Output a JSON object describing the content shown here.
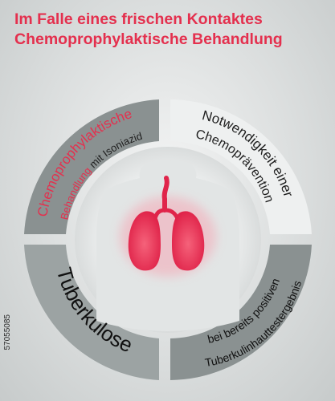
{
  "title": {
    "line1": "Im Falle eines frischen Kontaktes",
    "line2": "Chemoprophylaktische Behandlung"
  },
  "segments": {
    "top_left": {
      "line1": "Chemoprophylaktische",
      "line2_red": "Behandlung",
      "line2_dark": " mit Isoniazid"
    },
    "top_right": {
      "line1": "Notwendigkeit einer",
      "line2": "Chemoprävention"
    },
    "bottom_left": {
      "text": "Tuberkulose"
    },
    "bottom_right": {
      "line1": "bei bereits positiven",
      "line2": "Tuberkulinhauttestergebnis"
    }
  },
  "center_icon": "lungs-icon",
  "colors": {
    "accent_red": "#e4304e",
    "segment_dark": "#8a9191",
    "segment_mid": "#9ca3a3",
    "segment_light": "#eef0f0",
    "text_dark": "#1e1e1e"
  },
  "watermark": "57055085"
}
